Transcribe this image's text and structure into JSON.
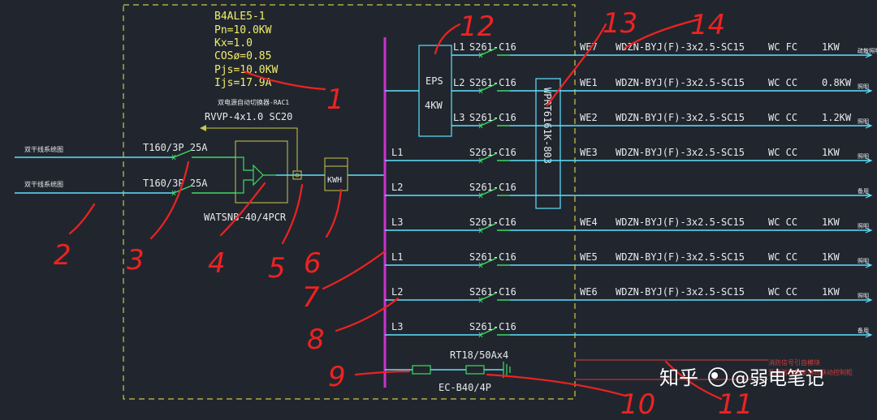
{
  "panel": {
    "name": "B4ALE5-1",
    "params": [
      "Pn=10.0KW",
      "Kx=1.0",
      "COSø=0.85",
      "Pjs=10.0KW",
      "Ijs=17.9A"
    ]
  },
  "incoming": {
    "source_labels": [
      "双干线系统图",
      "双干线系统图"
    ],
    "breakers": [
      "T160/3P 25A",
      "T160/3P 25A"
    ],
    "ats_title": "双电源自动切换器-RAC1",
    "ats_cable": "RVVP-4x1.0 SC20",
    "ats_model": "WATSNB-40/4PCR",
    "meter": "KWH"
  },
  "eps": {
    "label": "EPS",
    "power": "4KW"
  },
  "module": {
    "label": "WPRT6161K-803"
  },
  "circuits": [
    {
      "phase": "L1",
      "breaker": "S261-C16",
      "id": "WE7",
      "cable": "WDZN-BYJ(F)-3x2.5-SC15",
      "laying": "WC FC",
      "power": "1KW",
      "load": "疏散照明"
    },
    {
      "phase": "L2",
      "breaker": "S261-C16",
      "id": "WE1",
      "cable": "WDZN-BYJ(F)-3x2.5-SC15",
      "laying": "WC CC",
      "power": "0.8KW",
      "load": "照明"
    },
    {
      "phase": "L3",
      "breaker": "S261-C16",
      "id": "WE2",
      "cable": "WDZN-BYJ(F)-3x2.5-SC15",
      "laying": "WC CC",
      "power": "1.2KW",
      "load": "照明"
    },
    {
      "phase": "L1",
      "breaker": "S261-C16",
      "id": "WE3",
      "cable": "WDZN-BYJ(F)-3x2.5-SC15",
      "laying": "WC CC",
      "power": "1KW",
      "load": "照明"
    },
    {
      "phase": "L2",
      "breaker": "S261-C16",
      "id": "",
      "cable": "",
      "laying": "",
      "power": "",
      "load": "备用"
    },
    {
      "phase": "L3",
      "breaker": "S261-C16",
      "id": "WE4",
      "cable": "WDZN-BYJ(F)-3x2.5-SC15",
      "laying": "WC CC",
      "power": "1KW",
      "load": "照明"
    },
    {
      "phase": "L1",
      "breaker": "S261-C16",
      "id": "WE5",
      "cable": "WDZN-BYJ(F)-3x2.5-SC15",
      "laying": "WC CC",
      "power": "1KW",
      "load": "照明"
    },
    {
      "phase": "L2",
      "breaker": "S261-C16",
      "id": "WE6",
      "cable": "WDZN-BYJ(F)-3x2.5-SC15",
      "laying": "WC CC",
      "power": "1KW",
      "load": "照明"
    },
    {
      "phase": "L3",
      "breaker": "S261-C16",
      "id": "",
      "cable": "",
      "laying": "",
      "power": "",
      "load": "备用"
    }
  ],
  "spd": {
    "fuse": "RT18/50Ax4",
    "model": "EC-B40/4P"
  },
  "fire_notes": [
    "消防信号引自模块",
    "至消防控制室消防联动控制柜"
  ],
  "markers": [
    "1",
    "2",
    "3",
    "4",
    "5",
    "6",
    "7",
    "8",
    "9",
    "10",
    "11",
    "12",
    "13",
    "14"
  ],
  "watermark": {
    "logo": "知乎",
    "author": "@弱电笔记"
  },
  "colors": {
    "background": "#21262e",
    "wire": "#5fe0ff",
    "bus": "#cc33cc",
    "text": "#e8eaed",
    "panel_text": "#f2ee6b",
    "switch": "#3cdc64",
    "annotation": "#ee2222",
    "border": "#c8c84a",
    "note": "#d63a3a"
  }
}
